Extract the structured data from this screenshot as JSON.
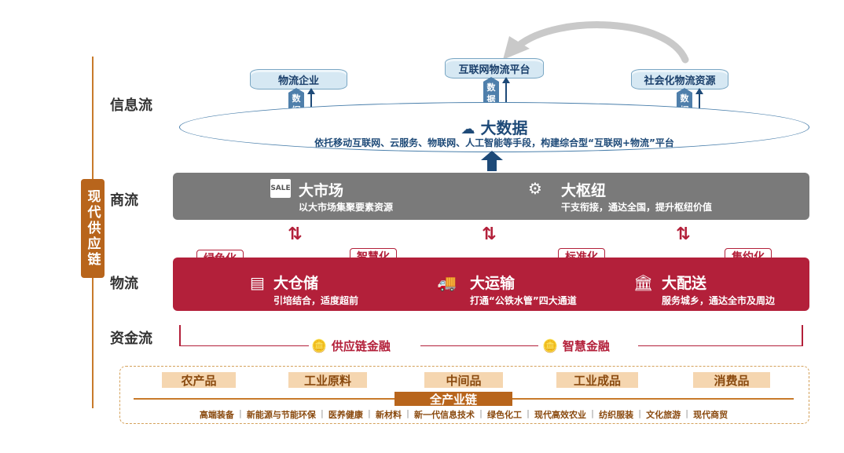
{
  "sidebar": {
    "label": "现代供应链"
  },
  "rows": {
    "info": "信息流",
    "commerce": "商流",
    "logistics": "物流",
    "capital": "资金流"
  },
  "sources": [
    {
      "label": "物流企业",
      "data": "数据"
    },
    {
      "label": "互联网物流平台",
      "data": "数据"
    },
    {
      "label": "社会化物流资源",
      "data": "数据"
    }
  ],
  "bigdata": {
    "title": "大数据",
    "subtitle": "依托移动互联网、云服务、物联网、人工智能等手段，构建综合型“互联网+物流”平台"
  },
  "commerce": {
    "market": {
      "title": "大市场",
      "subtitle": "以大市场集聚要素资源",
      "icon": "sale-icon"
    },
    "hub": {
      "title": "大枢纽",
      "subtitle": "干支衔接，通达全国，提升枢纽价值",
      "icon": "hub-icon"
    }
  },
  "tags": [
    "绿色化",
    "智慧化",
    "标准化",
    "集约化"
  ],
  "logistics": {
    "warehouse": {
      "title": "大仓储",
      "subtitle": "引培结合，适度超前"
    },
    "transport": {
      "title": "大运输",
      "subtitle": "打通“公铁水管”四大通道"
    },
    "delivery": {
      "title": "大配送",
      "subtitle": "服务城乡，通达全市及周边"
    }
  },
  "finance": {
    "supply_chain": "供应链金融",
    "smart": "智慧金融"
  },
  "chain": {
    "label": "全产业链",
    "products": [
      "农产品",
      "工业原料",
      "中间品",
      "工业成品",
      "消费品"
    ],
    "industries": [
      "高端装备",
      "新能源与节能环保",
      "医养健康",
      "新材料",
      "新一代信息技术",
      "绿色化工",
      "现代高效农业",
      "纺织服装",
      "文化旅游",
      "现代商贸"
    ]
  },
  "colors": {
    "red": "#b3203a",
    "gray": "#7a7a7a",
    "brown": "#b8651c",
    "blue": "#1e4a78"
  }
}
